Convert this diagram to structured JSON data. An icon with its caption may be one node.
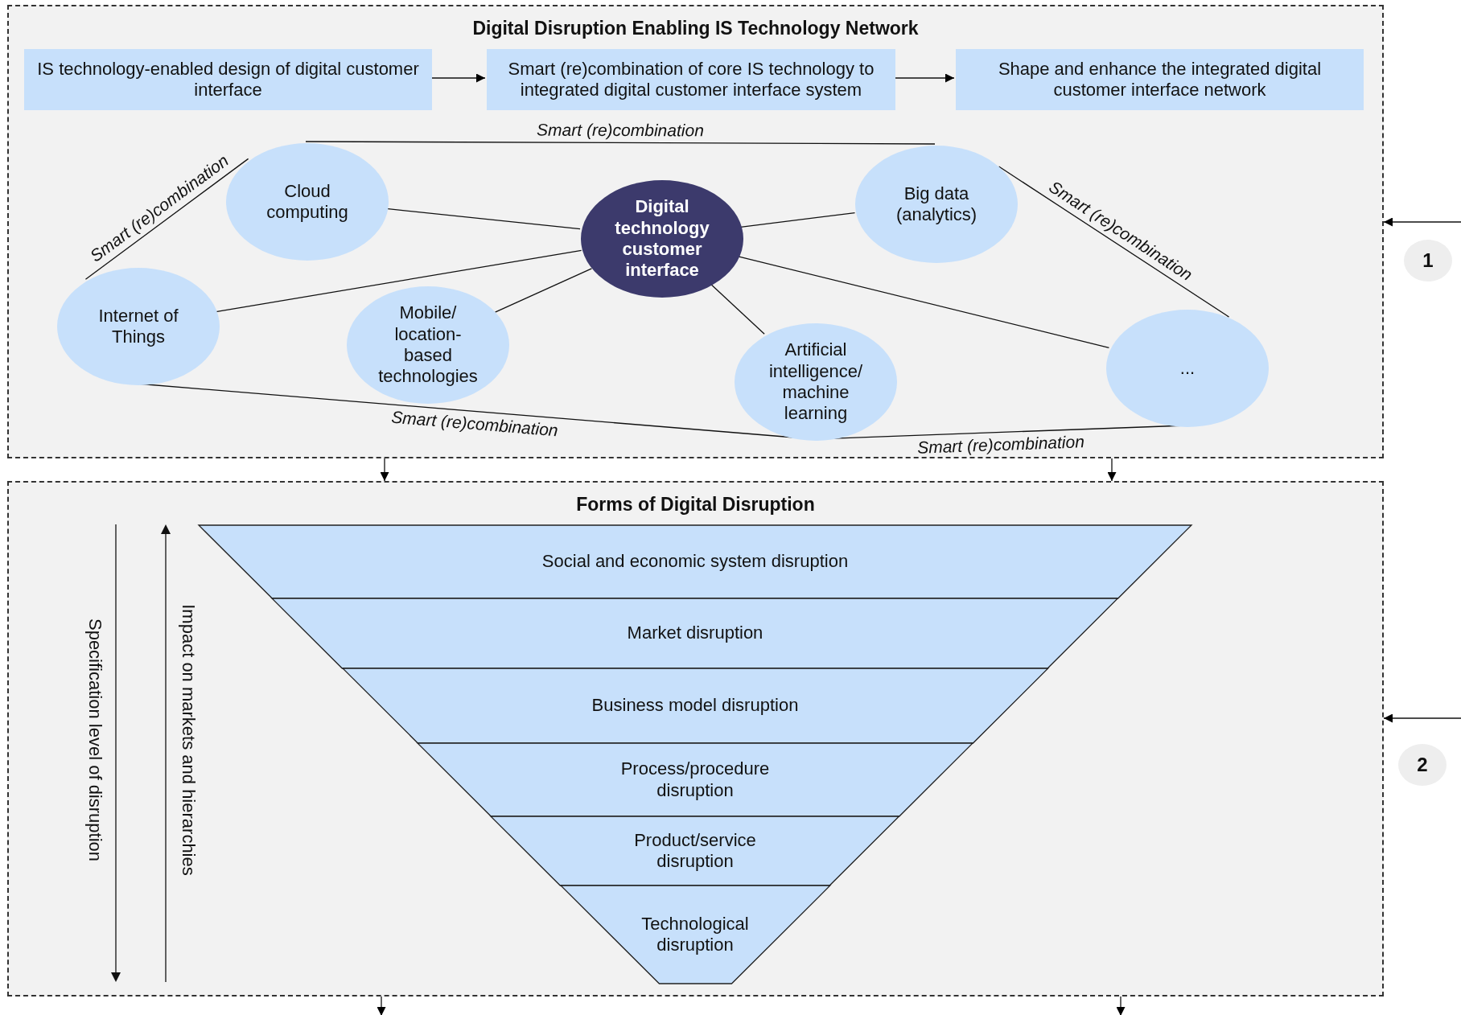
{
  "diagram": {
    "nodes": [
      {
        "text": [
          "Digital Disruption Enabling IS Technology Network"
        ]
      },
      {
        "text": [
          "IS technology-enabled design of digital customer interface"
        ],
        "in": 0
      },
      {
        "text": [
          "Smart (re)combination of core IS technology to integrated digital customer interface system"
        ],
        "in": 0
      },
      {
        "text": [
          "Shape and enhance the integrated digital customer interface network"
        ],
        "in": 0
      },
      {
        "text": [
          "Cloud computing"
        ],
        "in": 0
      },
      {
        "text": [
          "Digital technology customer interface"
        ],
        "in": 0
      },
      {
        "text": [
          "Big data (analytics)"
        ],
        "in": 0
      },
      {
        "text": [
          "Internet of Things"
        ],
        "in": 0
      },
      {
        "text": [
          "Mobile/ location-based technologies"
        ],
        "in": 0
      },
      {
        "text": [
          "Artificial intelligence/ machine learning"
        ],
        "in": 0
      },
      {
        "text": [
          "..."
        ],
        "in": 0
      },
      {
        "text": [
          "Forms of Digital Disruption"
        ]
      },
      {
        "text": [
          "Social and economic system disruption"
        ],
        "in": 11
      },
      {
        "text": [
          "Market disruption"
        ],
        "in": 11
      },
      {
        "text": [
          "Business model disruption"
        ],
        "in": 11
      },
      {
        "text": [
          "Process/procedure disruption"
        ],
        "in": 11
      },
      {
        "text": [
          "Product/service disruption"
        ],
        "in": 11
      },
      {
        "text": [
          "Technological disruption"
        ],
        "in": 11
      }
    ],
    "edges": [
      {
        "from": 1,
        "to": 2,
        "arrow": "to"
      },
      {
        "from": 2,
        "to": 3,
        "arrow": "to"
      },
      {
        "from": 4,
        "to": 6,
        "arrow": "none",
        "label": "Smart (re)combination"
      },
      {
        "from": 7,
        "to": 4,
        "arrow": "none",
        "label": "Smart (re)combination"
      },
      {
        "from": 6,
        "to": 10,
        "arrow": "none",
        "label": "Smart (re)combination"
      },
      {
        "from": 7,
        "to": 9,
        "arrow": "none",
        "label": "Smart (re)combination"
      },
      {
        "from": 9,
        "to": 10,
        "arrow": "none",
        "label": "Smart (re)combination"
      },
      {
        "from": 5,
        "to": 4,
        "arrow": "none"
      },
      {
        "from": 5,
        "to": 6,
        "arrow": "none"
      },
      {
        "from": 5,
        "to": 7,
        "arrow": "none"
      },
      {
        "from": 5,
        "to": 8,
        "arrow": "none"
      },
      {
        "from": 5,
        "to": 9,
        "arrow": "none"
      },
      {
        "from": 5,
        "to": 10,
        "arrow": "none"
      },
      {
        "from": 0,
        "to": 11,
        "arrow": "to"
      },
      {
        "from": 0,
        "to": 11,
        "arrow": "to"
      },
      {
        "from": 11,
        "to": null,
        "arrow": "to"
      },
      {
        "from": 11,
        "to": null,
        "arrow": "to"
      },
      {
        "from": null,
        "to": 0,
        "arrow": "to"
      },
      {
        "from": null,
        "to": 11,
        "arrow": "to"
      }
    ],
    "labels": [
      "1",
      "2",
      "Specification level of disruption",
      "Impact on markets and hierarchies"
    ]
  }
}
